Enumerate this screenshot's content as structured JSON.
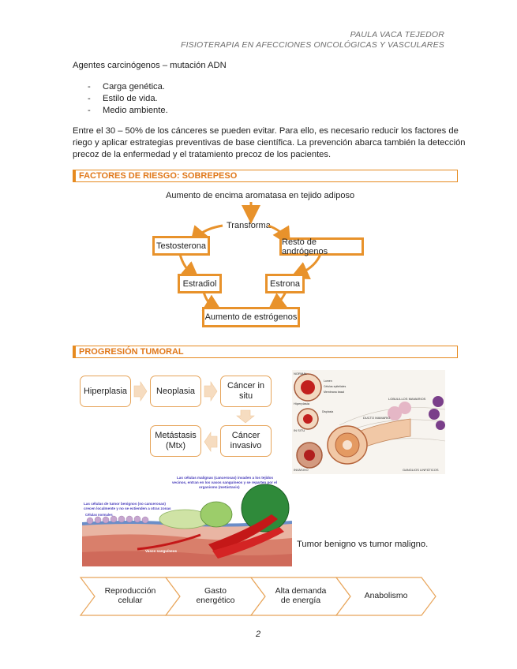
{
  "header": {
    "author": "PAULA VACA TEJEDOR",
    "subject": "FISIOTERAPIA EN AFECCIONES ONCOLÓGICAS Y VASCULARES"
  },
  "intro": {
    "title": "Agentes carcinógenos – mutación ADN",
    "bullets": [
      "Carga genética.",
      "Estilo de vida.",
      "Medio ambiente."
    ],
    "bullet_mark": "-",
    "paragraph_lines": [
      "Entre el 30 – 50% de los cánceres se pueden evitar. Para ello, es necesario reducir los factores de",
      "riego y aplicar estrategias preventivas de base científica. La prevención abarca también la detección",
      "precoz de la enfermedad y el tratamiento precoz de los pacientes."
    ]
  },
  "section1": {
    "title": "FACTORES DE RIESGO: SOBREPESO",
    "diagram": {
      "top": "Aumento de encima aromatasa en tejido adiposo",
      "transforma": "Transforma",
      "left1": "Testosterona",
      "right1": "Resto de andrógenos",
      "left2": "Estradiol",
      "right2": "Estrona",
      "bottom": "Aumento de estrógenos"
    }
  },
  "section2": {
    "title": "PROGRESIÓN TUMORAL",
    "flow": {
      "hiperplasia": "Hiperplasia",
      "neoplasia": "Neoplasia",
      "cancer_in_situ": [
        "Cáncer in",
        "situ"
      ],
      "cancer_invasivo": [
        "Cáncer",
        "invasivo"
      ],
      "metastasis": [
        "Metástasis",
        "(Mtx)"
      ]
    },
    "breast_figure": {
      "labels": [
        "NORMAL",
        "Lumen",
        "Células epiteliales",
        "Membrana basal",
        "Hiperplasia",
        "Displasia",
        "IN SITU",
        "INVASIVO",
        "LOBULILLOS MAMARIOS",
        "DUCTO MAMARIO",
        "GANGLIOS LINFÁTICOS"
      ]
    },
    "tumor_figure": {
      "label_top": [
        "Las células malignas (cancerosas) invaden a los tejidos",
        "vecinos, entran en los vasos sanguíneos y se reparten por el",
        "organismo (metástasis)"
      ],
      "label_left": [
        "Las células de tumor benignos (no cancerosas)",
        "crecen localmente y no se extienden a otras zonas"
      ],
      "label_normal": "Células normales",
      "label_vessel": "Vasos sanguíneos"
    },
    "tumor_caption": "Tumor benigno vs tumor maligno.",
    "chevrons": [
      [
        "Reproducción",
        "celular"
      ],
      [
        "Gasto",
        "energético"
      ],
      [
        "Alta demanda",
        "de energía"
      ],
      [
        "Anabolismo"
      ]
    ]
  },
  "page_number": "2",
  "colors": {
    "accent": "#e68a1f",
    "title_orange": "#e0781a"
  }
}
